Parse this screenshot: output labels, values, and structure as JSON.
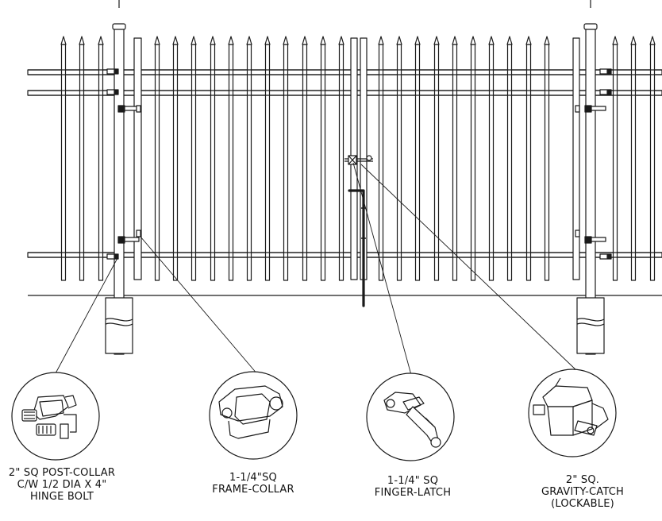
{
  "diagram": {
    "callouts": [
      {
        "id": "post-collar",
        "lines": [
          "2\" SQ POST-COLLAR",
          "C/W 1/2 DIA X 4\"",
          "HINGE BOLT"
        ]
      },
      {
        "id": "frame-collar",
        "lines": [
          "1-1/4\"SQ",
          "FRAME-COLLAR"
        ]
      },
      {
        "id": "finger-latch",
        "lines": [
          "1-1/4\" SQ",
          "FINGER-LATCH"
        ]
      },
      {
        "id": "gravity-catch",
        "lines": [
          "2\" SQ.",
          "GRAVITY-CATCH",
          "(LOCKABLE)"
        ]
      }
    ]
  },
  "colors": {
    "stroke": "#1a1a1a",
    "background": "#ffffff"
  }
}
